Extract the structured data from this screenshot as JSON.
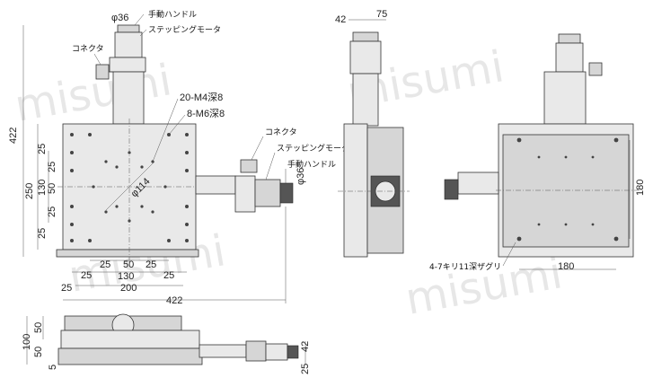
{
  "watermark": "misumi",
  "colors": {
    "body": "#e9e9e9",
    "shade": "#d6d6d6",
    "line": "#333333"
  },
  "front_view": {
    "label_phi_handle": "φ36",
    "label_handle": "手動ハンドル",
    "label_motor": "ステッピングモータ",
    "label_connector": "コネクタ",
    "label_holes_m4": "20-M4深8",
    "label_holes_m6": "8-M6深8",
    "label_phi_114": "φ114",
    "dim_422_v": "422",
    "dim_250": "250",
    "dim_130_v": "130",
    "dim_50_v": "50",
    "dim_25_v_list": [
      "25",
      "25",
      "25",
      "25"
    ],
    "dim_25_h_list": [
      "25",
      "25",
      "25",
      "25"
    ],
    "dim_50_h": "50",
    "dim_130_h": "130",
    "dim_200": "200",
    "dim_422_h": "422",
    "dim_25_bottom": "25",
    "side_connector": "コネクタ",
    "side_motor": "ステッピングモータ",
    "side_handle": "手動ハンドル",
    "side_phi": "φ36"
  },
  "side_view": {
    "dim_42": "42",
    "dim_75": "75"
  },
  "right_view": {
    "dim_180_v": "180",
    "dim_180_h": "180",
    "label_counterbore": "4-7キリ11深ザグリ"
  },
  "bottom_view": {
    "dim_100": "100",
    "dim_50": "50",
    "dim_5": "5",
    "dim_25": "25",
    "dim_42": "42"
  }
}
